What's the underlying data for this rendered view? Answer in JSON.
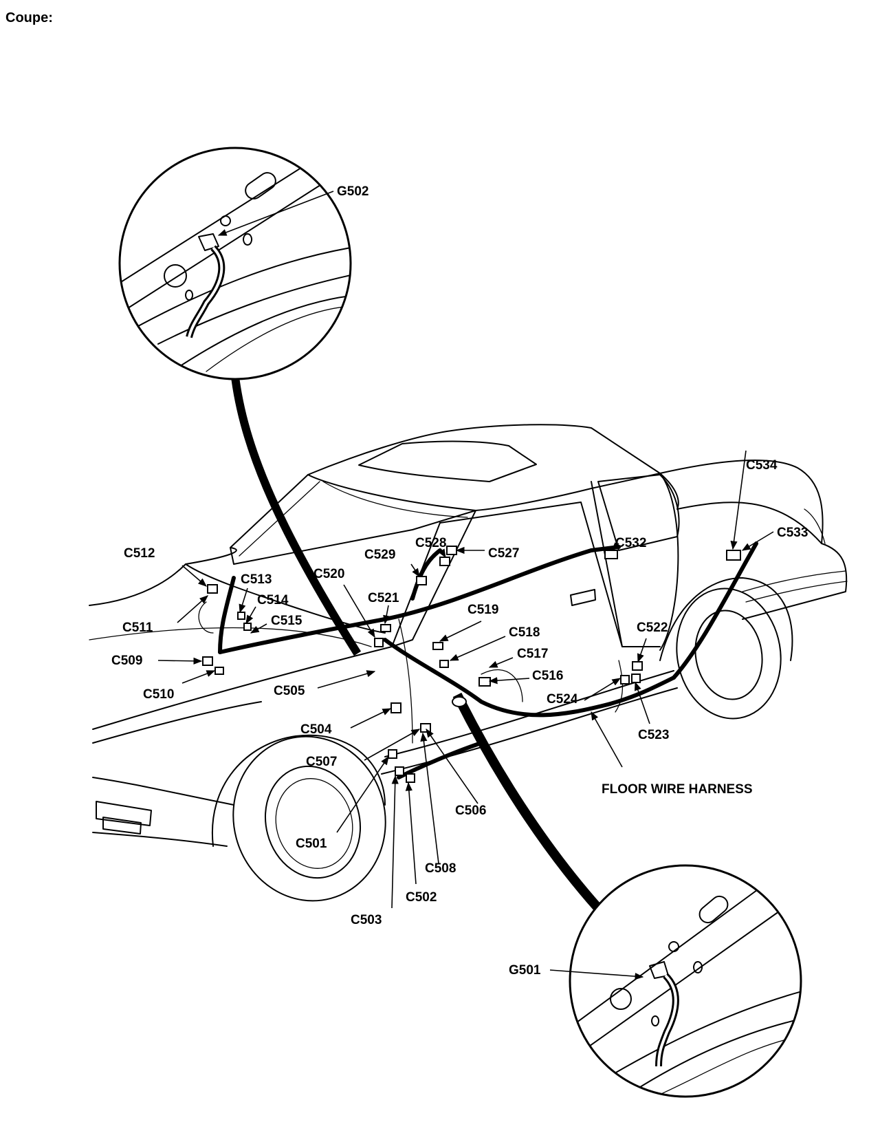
{
  "title": "Coupe:",
  "harness_label": "FLOOR WIRE HARNESS",
  "callouts": {
    "g502": "G502",
    "g501": "G501"
  },
  "connectors": {
    "c501": "C501",
    "c502": "C502",
    "c503": "C503",
    "c504": "C504",
    "c505": "C505",
    "c506": "C506",
    "c507": "C507",
    "c508": "C508",
    "c509": "C509",
    "c510": "C510",
    "c511": "C511",
    "c512": "C512",
    "c513": "C513",
    "c514": "C514",
    "c515": "C515",
    "c516": "C516",
    "c517": "C517",
    "c518": "C518",
    "c519": "C519",
    "c520": "C520",
    "c521": "C521",
    "c522": "C522",
    "c523": "C523",
    "c524": "C524",
    "c527": "C527",
    "c528": "C528",
    "c529": "C529",
    "c532": "C532",
    "c533": "C533",
    "c534": "C534"
  }
}
